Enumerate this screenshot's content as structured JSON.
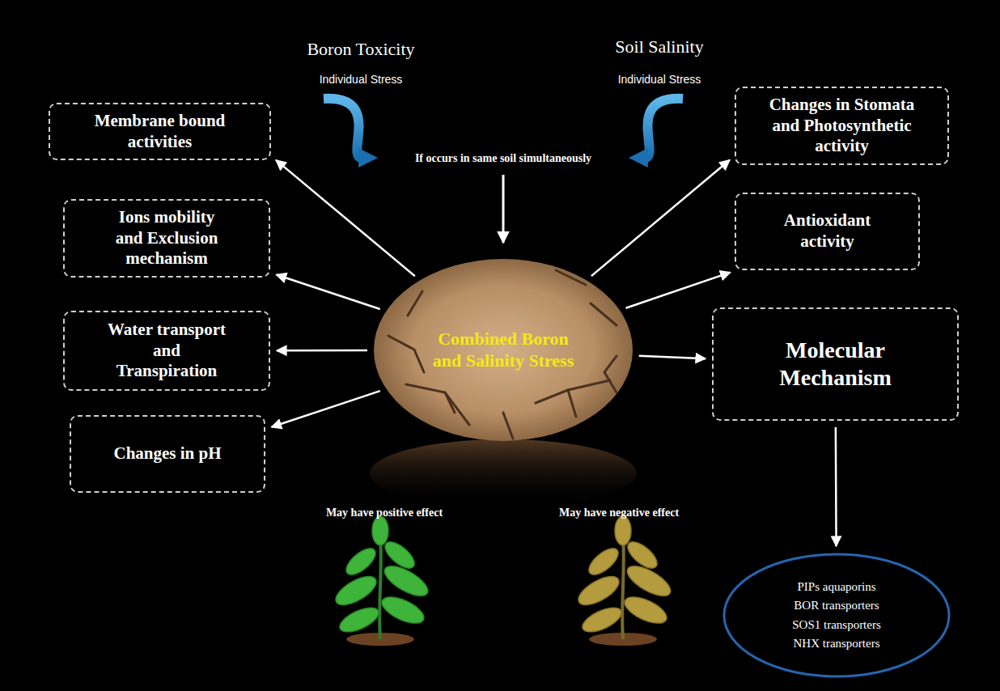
{
  "diagram": {
    "nodes": [
      {
        "text": [
          "Membrane bound activities"
        ]
      },
      {
        "text": [
          "Changes in Stomata and Photosynthetic activity"
        ]
      },
      {
        "text": [
          "Ions mobility and Exclusion mechanism"
        ]
      },
      {
        "text": [
          "Antioxidant activity"
        ]
      },
      {
        "text": [
          "Combined Boron and Salinity Stress"
        ]
      },
      {
        "text": [
          "Water transport and Transpiration"
        ]
      },
      {
        "text": [
          "Molecular Mechanism"
        ]
      },
      {
        "text": [
          "Changes in pH"
        ]
      },
      {
        "text": [
          "PIPs aquaporins",
          "BOR transporters",
          "SOS1 transporters",
          "NHX transporters"
        ]
      }
    ],
    "edges": [
      {
        "from": 4,
        "to": 0,
        "arrow": "to"
      },
      {
        "from": 4,
        "to": 1,
        "arrow": "to"
      },
      {
        "from": 4,
        "to": 2,
        "arrow": "to"
      },
      {
        "from": 4,
        "to": 3,
        "arrow": "to"
      },
      {
        "from": 4,
        "to": 5,
        "arrow": "to"
      },
      {
        "from": 4,
        "to": 6,
        "arrow": "to"
      },
      {
        "from": 4,
        "to": 7,
        "arrow": "to"
      },
      {
        "from": 6,
        "to": 8,
        "arrow": "to"
      }
    ],
    "labels": [
      "Boron Toxicity",
      "Individual Stress",
      "Soil Salinity",
      "Individual Stress",
      "If occurs in same soil simultaneously",
      "May have positive effect",
      "May have negative effect"
    ]
  }
}
